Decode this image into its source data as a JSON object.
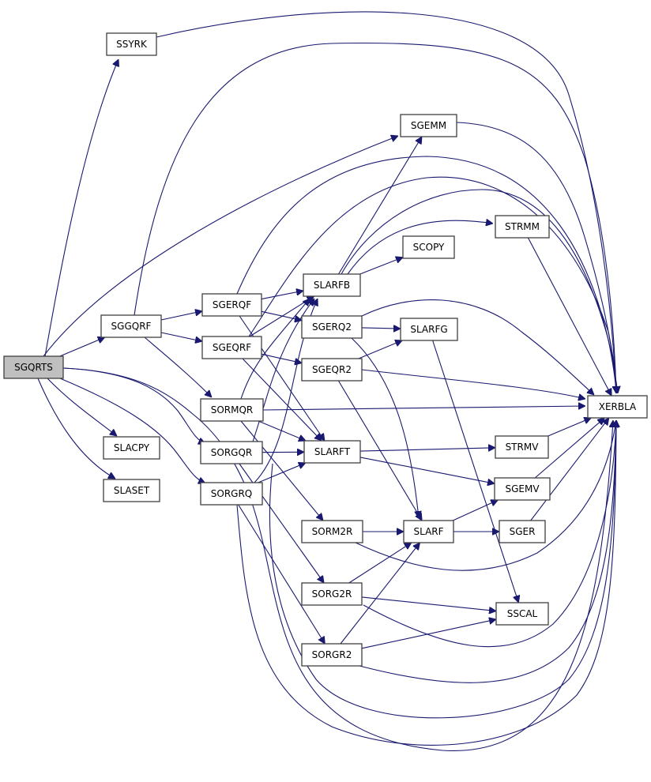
{
  "diagram": {
    "type": "call-graph",
    "root": "SGQRTS",
    "colors": {
      "edge": "#191970",
      "root_fill": "#bfbfbf",
      "node_fill": "#ffffff",
      "node_border": "#404040"
    },
    "nodes": [
      {
        "id": "SGQRTS",
        "label": "SGQRTS",
        "root": true
      },
      {
        "id": "SSYRK",
        "label": "SSYRK"
      },
      {
        "id": "SGGQRF",
        "label": "SGGQRF"
      },
      {
        "id": "SLACPY",
        "label": "SLACPY"
      },
      {
        "id": "SLASET",
        "label": "SLASET"
      },
      {
        "id": "SGERQF",
        "label": "SGERQF"
      },
      {
        "id": "SGEQRF",
        "label": "SGEQRF"
      },
      {
        "id": "SORMQR",
        "label": "SORMQR"
      },
      {
        "id": "SORGQR",
        "label": "SORGQR"
      },
      {
        "id": "SORGRQ",
        "label": "SORGRQ"
      },
      {
        "id": "SLARFB",
        "label": "SLARFB"
      },
      {
        "id": "SGERQ2",
        "label": "SGERQ2"
      },
      {
        "id": "SGEQR2",
        "label": "SGEQR2"
      },
      {
        "id": "SLARFT",
        "label": "SLARFT"
      },
      {
        "id": "SORM2R",
        "label": "SORM2R"
      },
      {
        "id": "SORG2R",
        "label": "SORG2R"
      },
      {
        "id": "SORGR2",
        "label": "SORGR2"
      },
      {
        "id": "SGEMM",
        "label": "SGEMM"
      },
      {
        "id": "SCOPY",
        "label": "SCOPY"
      },
      {
        "id": "SLARFG",
        "label": "SLARFG"
      },
      {
        "id": "SLARF",
        "label": "SLARF"
      },
      {
        "id": "STRMM",
        "label": "STRMM"
      },
      {
        "id": "STRMV",
        "label": "STRMV"
      },
      {
        "id": "SGEMV",
        "label": "SGEMV"
      },
      {
        "id": "SGER",
        "label": "SGER"
      },
      {
        "id": "SSCAL",
        "label": "SSCAL"
      },
      {
        "id": "XERBLA",
        "label": "XERBLA"
      }
    ],
    "edges": [
      [
        "SGQRTS",
        "SSYRK"
      ],
      [
        "SGQRTS",
        "SGGQRF"
      ],
      [
        "SGQRTS",
        "SLACPY"
      ],
      [
        "SGQRTS",
        "SLASET"
      ],
      [
        "SGQRTS",
        "SORGQR"
      ],
      [
        "SGQRTS",
        "SORGRQ"
      ],
      [
        "SGQRTS",
        "SGEMM"
      ],
      [
        "SGQRTS",
        "XERBLA"
      ],
      [
        "SSYRK",
        "XERBLA"
      ],
      [
        "SGGQRF",
        "SGERQF"
      ],
      [
        "SGGQRF",
        "SGEQRF"
      ],
      [
        "SGGQRF",
        "SORMQR"
      ],
      [
        "SGGQRF",
        "XERBLA"
      ],
      [
        "SGERQF",
        "SLARFB"
      ],
      [
        "SGERQF",
        "SGERQ2"
      ],
      [
        "SGERQF",
        "SLARFT"
      ],
      [
        "SGERQF",
        "XERBLA"
      ],
      [
        "SGEQRF",
        "SLARFB"
      ],
      [
        "SGEQRF",
        "SGEQR2"
      ],
      [
        "SGEQRF",
        "SLARFT"
      ],
      [
        "SGEQRF",
        "XERBLA"
      ],
      [
        "SORMQR",
        "SLARFB"
      ],
      [
        "SORMQR",
        "SLARFT"
      ],
      [
        "SORMQR",
        "SORM2R"
      ],
      [
        "SORMQR",
        "XERBLA"
      ],
      [
        "SORGQR",
        "SLARFB"
      ],
      [
        "SORGQR",
        "SLARFT"
      ],
      [
        "SORGQR",
        "SORG2R"
      ],
      [
        "SORGQR",
        "XERBLA"
      ],
      [
        "SORGRQ",
        "SLARFB"
      ],
      [
        "SORGRQ",
        "SLARFT"
      ],
      [
        "SORGRQ",
        "SORGR2"
      ],
      [
        "SORGRQ",
        "XERBLA"
      ],
      [
        "SLARFB",
        "SGEMM"
      ],
      [
        "SLARFB",
        "SCOPY"
      ],
      [
        "SLARFB",
        "STRMM"
      ],
      [
        "SLARFB",
        "XERBLA"
      ],
      [
        "SGERQ2",
        "SLARFG"
      ],
      [
        "SGERQ2",
        "SLARF"
      ],
      [
        "SGERQ2",
        "XERBLA"
      ],
      [
        "SGEQR2",
        "SLARFG"
      ],
      [
        "SGEQR2",
        "SLARF"
      ],
      [
        "SGEQR2",
        "XERBLA"
      ],
      [
        "SLARFT",
        "STRMV"
      ],
      [
        "SLARFT",
        "SGEMV"
      ],
      [
        "SORM2R",
        "SLARF"
      ],
      [
        "SORM2R",
        "XERBLA"
      ],
      [
        "SORG2R",
        "SLARF"
      ],
      [
        "SORG2R",
        "SSCAL"
      ],
      [
        "SORG2R",
        "XERBLA"
      ],
      [
        "SORGR2",
        "SLARF"
      ],
      [
        "SORGR2",
        "SSCAL"
      ],
      [
        "SORGR2",
        "XERBLA"
      ],
      [
        "SGEMM",
        "XERBLA"
      ],
      [
        "STRMM",
        "XERBLA"
      ],
      [
        "SLARFG",
        "SSCAL"
      ],
      [
        "SLARF",
        "SGEMV"
      ],
      [
        "SLARF",
        "SGER"
      ],
      [
        "STRMV",
        "XERBLA"
      ],
      [
        "SGEMV",
        "XERBLA"
      ],
      [
        "SGER",
        "XERBLA"
      ]
    ]
  }
}
